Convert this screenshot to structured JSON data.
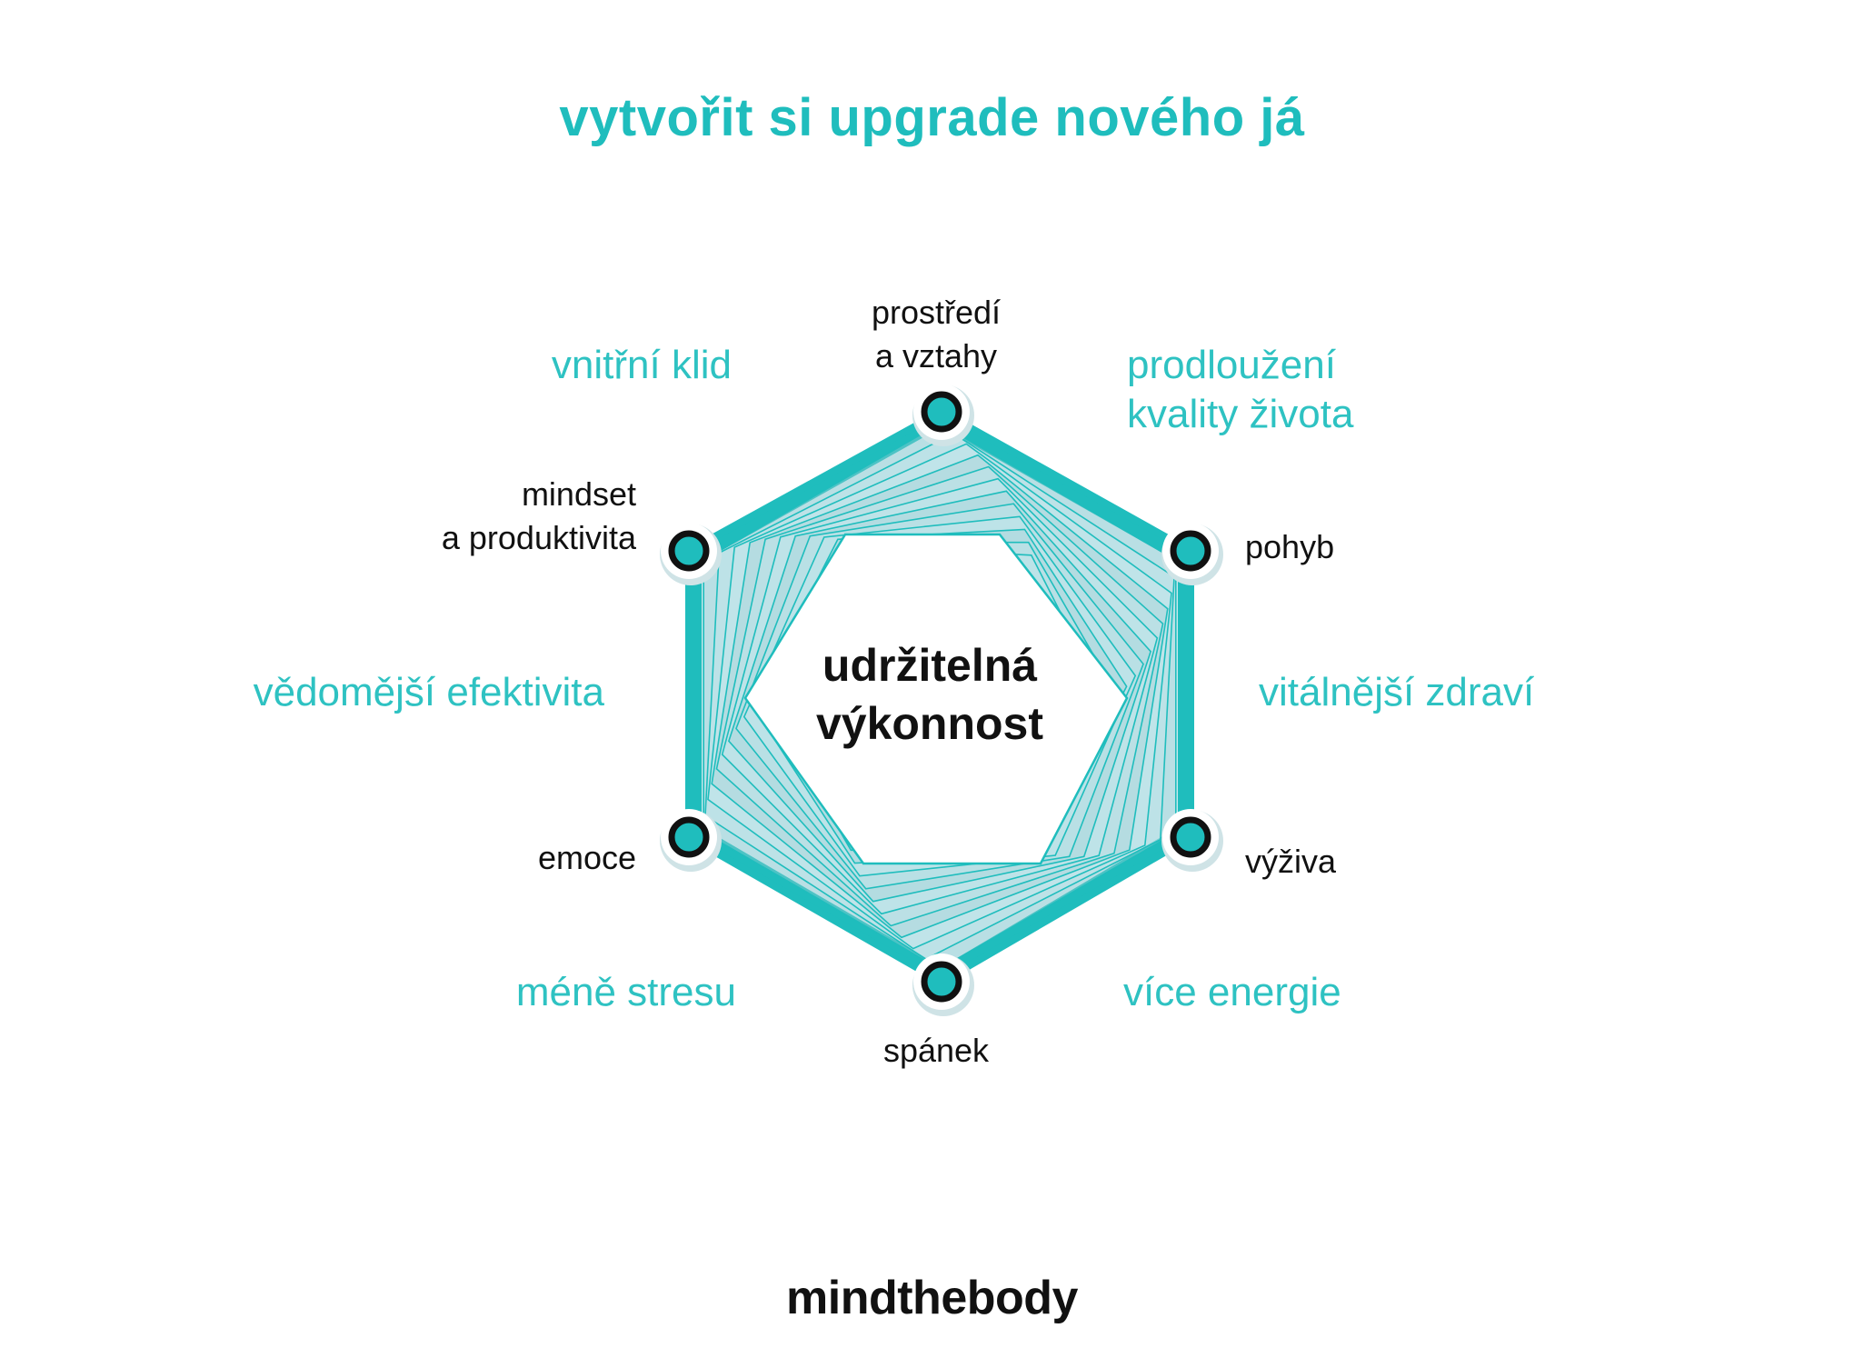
{
  "title": "vytvořit si upgrade nového já",
  "center": {
    "line1": "udržitelná",
    "line2": "výkonnost"
  },
  "nodes": {
    "top": {
      "line1": "prostředí",
      "line2": "a vztahy"
    },
    "top_right": {
      "line1": "pohyb"
    },
    "bottom_right": {
      "line1": "výživa"
    },
    "bottom": {
      "line1": "spánek"
    },
    "bottom_left": {
      "line1": "emoce"
    },
    "top_left": {
      "line1": "mindset",
      "line2": "a produktivita"
    }
  },
  "benefits": {
    "top_left": {
      "line1": "vnitřní klid"
    },
    "top_right": {
      "line1": "prodloužení",
      "line2": "kvality života"
    },
    "right": {
      "line1": "vitálnější zdraví"
    },
    "bottom_right": {
      "line1": "více energie"
    },
    "bottom_left": {
      "line1": "méně stresu"
    },
    "left": {
      "line1": "vědomější efektivita"
    }
  },
  "logo": "mindthebody",
  "colors": {
    "teal": "#1fbdbd",
    "teal_light": "#bde6ea",
    "node_ring": "#111111",
    "text": "#111111"
  }
}
